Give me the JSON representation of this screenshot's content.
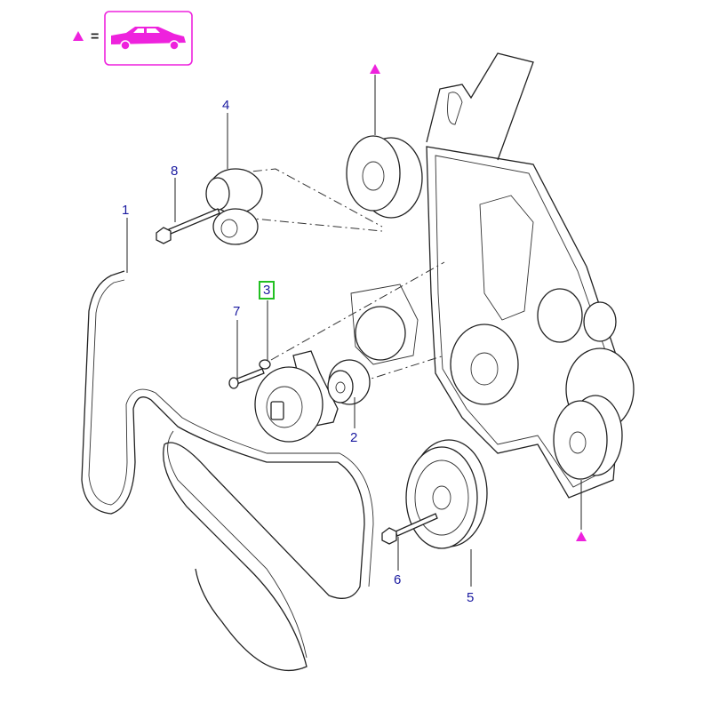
{
  "legend": {
    "symbol": "triangle-icon",
    "equals": "=",
    "vehicle": "car-icon",
    "color": "#ee22dd"
  },
  "callouts": [
    {
      "id": "1",
      "part": "belt"
    },
    {
      "id": "2",
      "part": "idler-pulley"
    },
    {
      "id": "3",
      "part": "belt-tensioner",
      "highlighted": true
    },
    {
      "id": "4",
      "part": "idler-pulley-upper"
    },
    {
      "id": "5",
      "part": "crankshaft-pulley"
    },
    {
      "id": "6",
      "part": "crankshaft-pulley-bolt"
    },
    {
      "id": "7",
      "part": "tensioner-bolt"
    },
    {
      "id": "8",
      "part": "idler-bolt"
    }
  ],
  "colors": {
    "callout": "#1a1aa0",
    "highlight": "#22c022",
    "marker": "#ee22dd"
  }
}
